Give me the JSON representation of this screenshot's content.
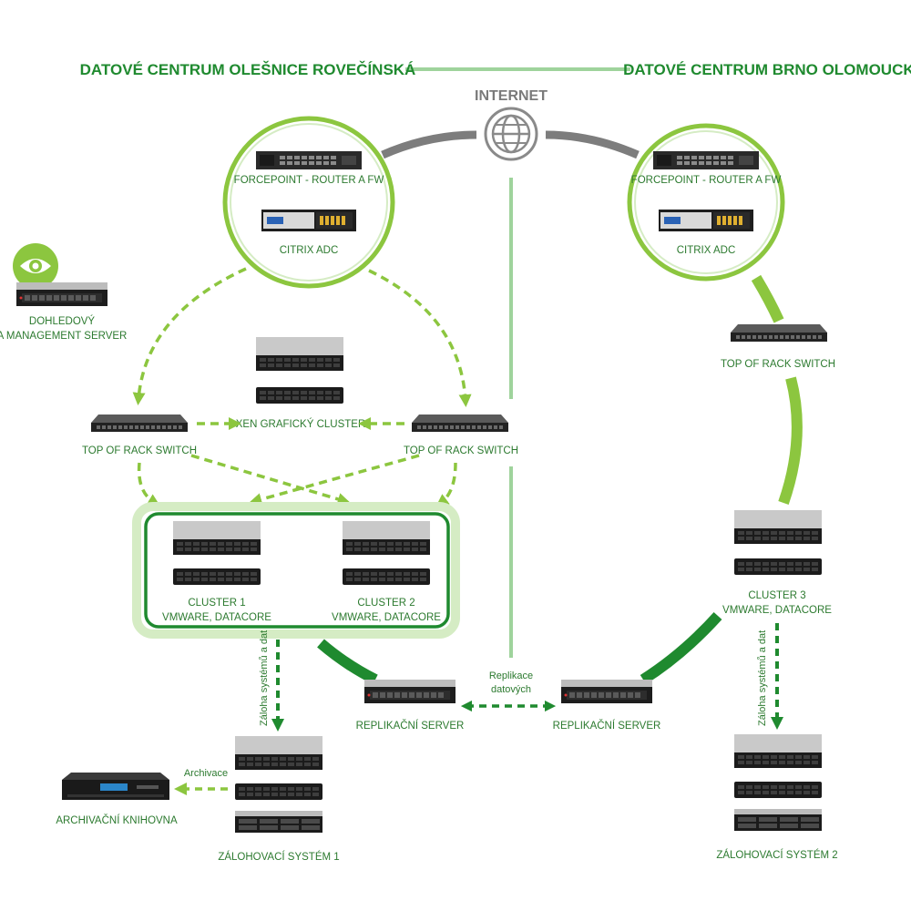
{
  "headers": {
    "left_dc": "DATOVÉ CENTRUM OLEŠNICE ROVEČÍNSKÁ",
    "right_dc": "DATOVÉ CENTRUM BRNO OLOMOUCKÁ",
    "internet": "INTERNET"
  },
  "left_gateway": {
    "forcepoint": "FORCEPOINT - ROUTER A FW",
    "citrix": "CITRIX ADC"
  },
  "right_gateway": {
    "forcepoint": "FORCEPOINT - ROUTER A FW",
    "citrix": "CITRIX ADC"
  },
  "monitoring": {
    "line1": "DOHLEDOVÝ",
    "line2": "A MANAGEMENT SERVER"
  },
  "xen_cluster": "XEN GRAFICKÝ CLUSTER",
  "tor_switch_left": "TOP OF RACK SWITCH",
  "tor_switch_mid": "TOP OF RACK SWITCH",
  "tor_switch_right": "TOP OF RACK SWITCH",
  "cluster1": {
    "line1": "CLUSTER 1",
    "line2": "VMWARE, DATACORE"
  },
  "cluster2": {
    "line1": "CLUSTER 2",
    "line2": "VMWARE, DATACORE"
  },
  "cluster3": {
    "line1": "CLUSTER 3",
    "line2": "VMWARE, DATACORE"
  },
  "backup_label_left": "Záloha systémů a dat",
  "backup_label_right": "Záloha systémů a dat",
  "replication": {
    "line1": "Replikace",
    "line2": "datových"
  },
  "repl_server_left": "REPLIKAČNÍ SERVER",
  "repl_server_right": "REPLIKAČNÍ SERVER",
  "archive_label": "Archivace",
  "archive_library": "ARCHIVAČNÍ KNIHOVNA",
  "backup_system1": "ZÁLOHOVACÍ SYSTÉM 1",
  "backup_system2": "ZÁLOHOVACÍ SYSTÉM 2",
  "icons": {
    "internet": "globe-icon",
    "monitoring": "eye-icon"
  },
  "colors": {
    "green_dark": "#1f8a2f",
    "green_light": "#8cc63f",
    "green_pale": "#9fd39c",
    "grey_arc": "#7d7d7d"
  }
}
